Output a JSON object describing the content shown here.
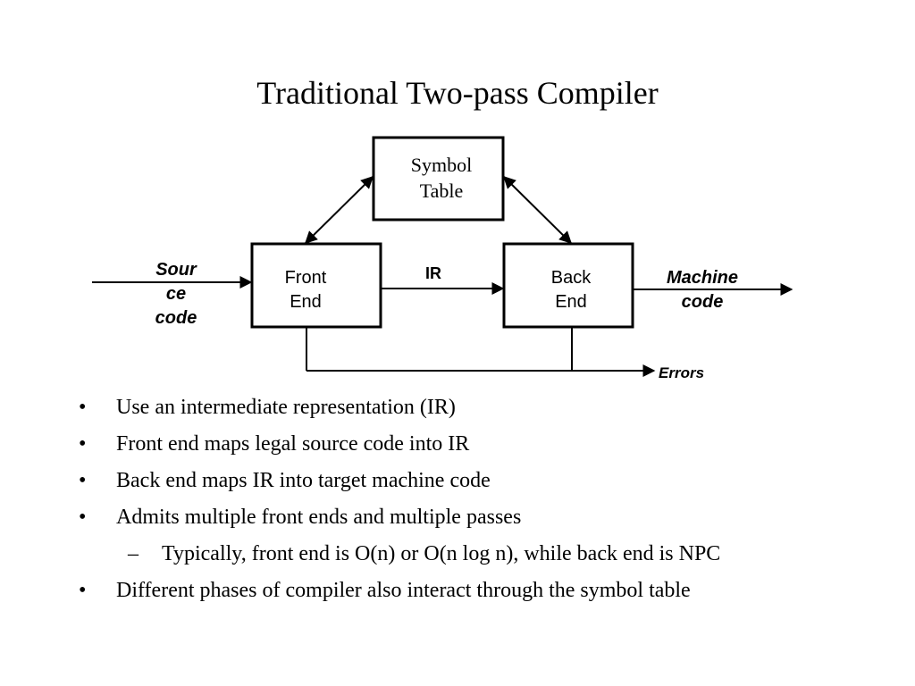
{
  "title": "Traditional Two-pass Compiler",
  "diagram": {
    "symbol_table_line1": "Symbol",
    "symbol_table_line2": "Table",
    "front_end_line1": "Front",
    "front_end_line2": "End",
    "back_end_line1": "Back",
    "back_end_line2": "End",
    "ir_label": "IR",
    "source_line1": "Sour",
    "source_line2": "ce",
    "source_line3": "code",
    "machine_line1": "Machine",
    "machine_line2": "code",
    "errors_label": "Errors"
  },
  "bullets": [
    {
      "marker": "•",
      "text": "Use an intermediate representation (IR)"
    },
    {
      "marker": "•",
      "text": "Front end maps legal source code into IR"
    },
    {
      "marker": "•",
      "text": "Back end maps IR into target machine code"
    },
    {
      "marker": "•",
      "text": "Admits multiple front ends and multiple passes"
    },
    {
      "marker": "–",
      "text": "Typically, front end is O(n) or O(n log n), while back end is NPC"
    },
    {
      "marker": "•",
      "text": "Different phases of compiler also interact through the symbol table"
    }
  ]
}
